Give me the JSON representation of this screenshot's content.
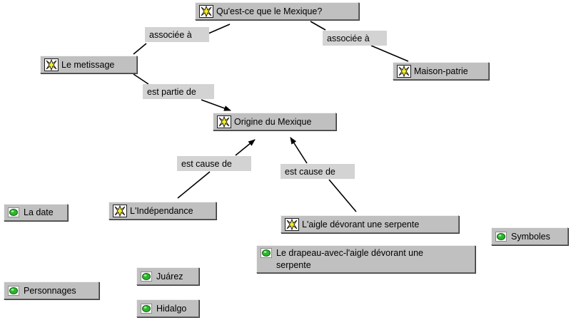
{
  "colors": {
    "node_bg": "#c0c0c0",
    "link_label_bg": "#d3d3d3",
    "edge": "#000000",
    "concept_icon": "#f7ef2a",
    "resource_icon": "#2fb52f"
  },
  "concepts": {
    "mexique": {
      "label": "Qu'est-ce que le Mexique?",
      "icon": "concept-star-icon"
    },
    "metissage": {
      "label": "Le metissage",
      "icon": "concept-star-icon"
    },
    "maison_patrie": {
      "label": "Maison-patrie",
      "icon": "concept-star-icon"
    },
    "origine": {
      "label": "Origine du Mexique",
      "icon": "concept-star-icon"
    },
    "independance": {
      "label": "L'Indépendance",
      "icon": "concept-star-icon"
    },
    "aigle": {
      "label": "L'aigle dévorant une serpente",
      "icon": "concept-star-icon"
    }
  },
  "resources": {
    "la_date": {
      "label": "La date",
      "icon": "green-dot-icon"
    },
    "personnages": {
      "label": "Personnages",
      "icon": "green-dot-icon"
    },
    "juarez": {
      "label": "Juárez",
      "icon": "green-dot-icon"
    },
    "hidalgo": {
      "label": "Hidalgo",
      "icon": "green-dot-icon"
    },
    "symboles": {
      "label": "Symboles",
      "icon": "green-dot-icon"
    },
    "drapeau": {
      "label": "Le drapeau-avec-l'aigle dévorant une\nserpente",
      "icon": "green-dot-icon"
    }
  },
  "links": {
    "assoc_left": "associée à",
    "assoc_right": "associée à",
    "partie_de": "est partie de",
    "cause_left": "est cause de",
    "cause_right": "est cause de"
  }
}
